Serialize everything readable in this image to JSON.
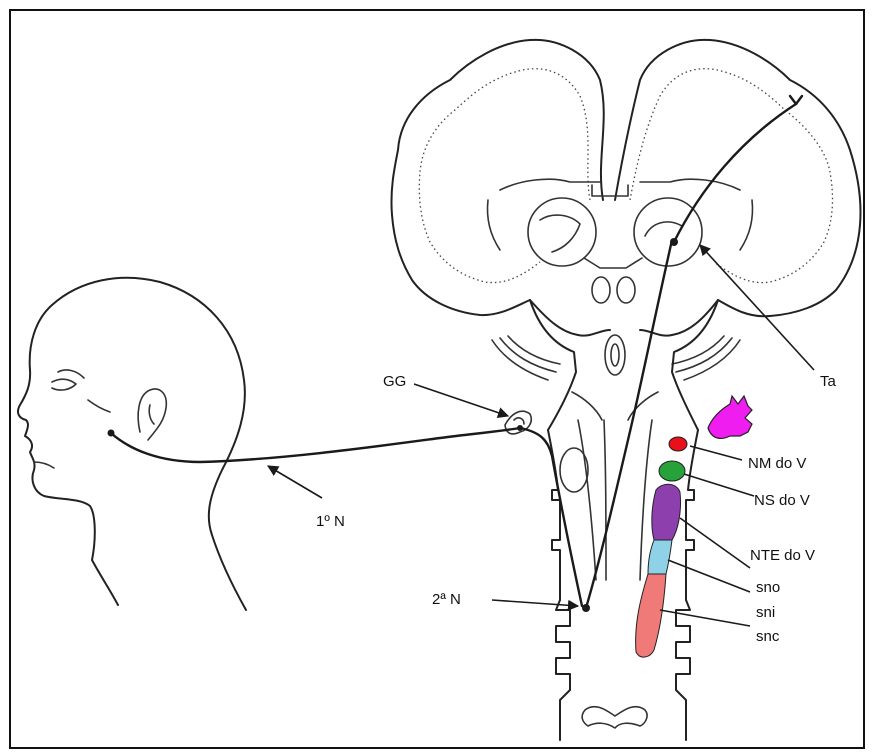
{
  "labels": {
    "gg": "GG",
    "ta": "Ta",
    "n1": "1º N",
    "n2": "2ª N",
    "nm": "NM do V",
    "ns": "NS do V",
    "nte": "NTE do V",
    "sno": "sno",
    "sni": "sni",
    "snc": "snc"
  },
  "colors": {
    "nm_nucleus": "#e8101a",
    "ns_nucleus": "#27a23a",
    "nte_nucleus": "#8e3fae",
    "sni_region": "#8fd2e8",
    "snc_region": "#f07a78",
    "motor_root": "#f01df0"
  }
}
